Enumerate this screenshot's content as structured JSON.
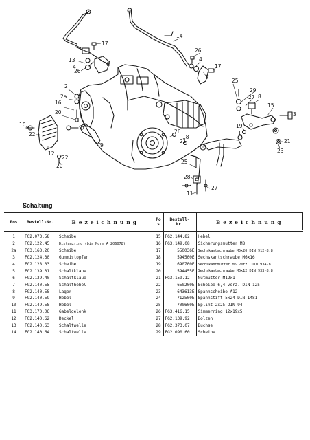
{
  "diagram": {
    "callouts": [
      "17",
      "13",
      "4",
      "26",
      "6",
      "14",
      "26",
      "4",
      "7",
      "17",
      "2",
      "2a",
      "16",
      "20",
      "25",
      "29",
      "27",
      "8",
      "15",
      "3",
      "10",
      "22",
      "26",
      "9",
      "19",
      "1",
      "21",
      "23",
      "21",
      "18",
      "12",
      "22",
      "20",
      "25",
      "28",
      "11",
      "27"
    ]
  },
  "section_title": "Schaltung",
  "table": {
    "headers": {
      "pos": "Pos",
      "bestell": "Bestell-Nr.",
      "bezeichnung": "Bezeichnung",
      "pos_right_a": "Po",
      "pos_right_b": "s",
      "bestell_right_a": "Bestell-",
      "bestell_right_b": "Nr.",
      "bezeichnung_right": "Bezeichnung"
    },
    "rows": [
      {
        "pos": "1",
        "nr": "FG2.073.58",
        "bez": "Scheibe",
        "pos2": "15",
        "nr2": "FG2.144.82",
        "bez2": "Hebel"
      },
      {
        "pos": "2",
        "nr": "FG2.122.45",
        "bez": "Distanzring (bis Norm A 206078)",
        "pos2": "16",
        "nr2": "FG3.149.08",
        "bez2": "Sicherungsmutter M8"
      },
      {
        "pos": "2a",
        "nr": "FG3.163.20",
        "bez": "Scheibe",
        "pos2": "17",
        "nr2": "550036E",
        "bez2": "Sechskantschraube M5x20  DIN 912-8.8"
      },
      {
        "pos": "3",
        "nr": "FG2.124.30",
        "bez": "Gummistopfen",
        "pos2": "18",
        "nr2": "594500E",
        "bez2": "Sechskantschraube M6x16"
      },
      {
        "pos": "4",
        "nr": "FG2.128.03",
        "bez": "Scheibe",
        "pos2": "19",
        "nr2": "690700E",
        "bez2": "Sechskantmutter M6 verz. DIN 934-8"
      },
      {
        "pos": "5",
        "nr": "FG2.139.31",
        "bez": "Schaltklaue",
        "pos2": "20",
        "nr2": "594455E",
        "bez2": "Sechskantschraube M6x12  DIN 933-8.8"
      },
      {
        "pos": "6",
        "nr": "FG2.139.40",
        "bez": "Schaltklaue",
        "pos2": "21",
        "nr2": "FG3.159.12",
        "bez2": "Nutmutter M12x1"
      },
      {
        "pos": "7",
        "nr": "FG2.140.55",
        "bez": "Schalthebel",
        "pos2": "22",
        "nr2": "650200E",
        "bez2": "Scheibe 6,4 verz. DIN 125"
      },
      {
        "pos": "8",
        "nr": "FG2.140.58",
        "bez": "Lager",
        "pos2": "23",
        "nr2": "643613E",
        "bez2": "Spannscheibe A12"
      },
      {
        "pos": "9",
        "nr": "FG2.140.59",
        "bez": "Hebel",
        "pos2": "24",
        "nr2": "712500E",
        "bez2": "Spannstift 5x24 DIN 1481"
      },
      {
        "pos": "10",
        "nr": "FG2.149.58",
        "bez": "Hebel",
        "pos2": "25",
        "nr2": "700600E",
        "bez2": "Splint 2x25 DIN 94"
      },
      {
        "pos": "11",
        "nr": "FG3.170.06",
        "bez": "Gabelgelenk",
        "pos2": "26",
        "nr2": "FG3.416.15",
        "bez2": "Simmerring 12x19x5"
      },
      {
        "pos": "12",
        "nr": "FG2.140.62",
        "bez": "Deckel",
        "pos2": "27",
        "nr2": "FG2.139.92",
        "bez2": "Bolzen"
      },
      {
        "pos": "13",
        "nr": "FG2.140.63",
        "bez": "Schaltwelle",
        "pos2": "28",
        "nr2": "FG2.373.07",
        "bez2": "Buchse"
      },
      {
        "pos": "14",
        "nr": "FG2.140.64",
        "bez": "Schaltwelle",
        "pos2": "29",
        "nr2": "FG2.090.60",
        "bez2": "Scheibe"
      }
    ]
  }
}
